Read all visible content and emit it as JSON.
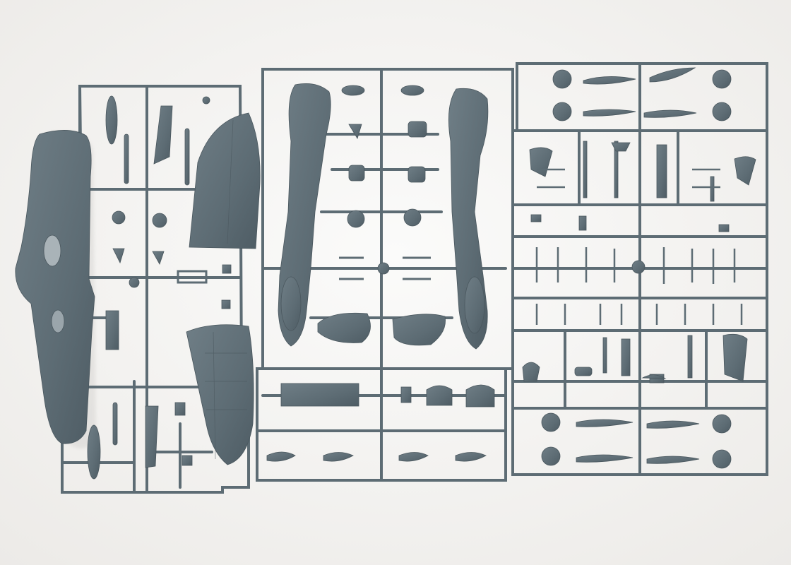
{
  "photo": {
    "subject": "",
    "colors": {
      "background": "#f4f3f1",
      "plastic": "#5d6c74",
      "plastic_dark": "#4e5c64",
      "plastic_light": "#6f7e86",
      "shadow": "#d9d8d6"
    },
    "sprues": [
      "sprue-left",
      "sprue-center",
      "sprue-right"
    ]
  }
}
